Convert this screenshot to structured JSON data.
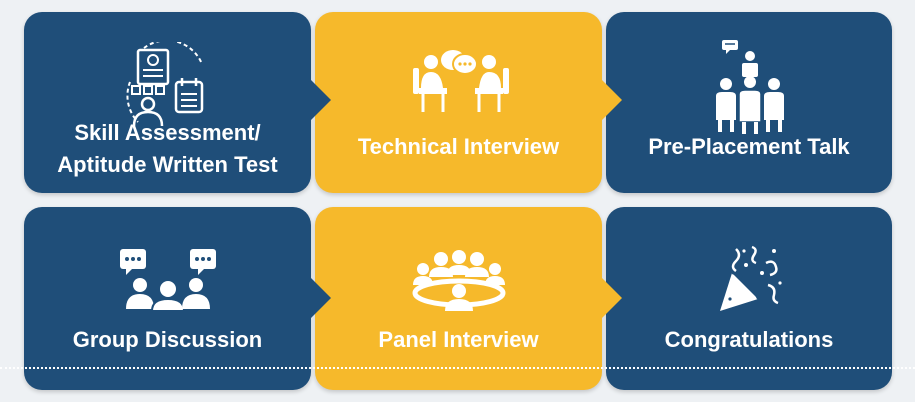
{
  "colors": {
    "blue": "#1f4e79",
    "gold": "#f6b92b",
    "text": "#ffffff",
    "background": "#eef1f4"
  },
  "steps": [
    {
      "label_line1": "Skill Assessment/",
      "label_line2": "Aptitude Written Test",
      "icon": "written-test-icon",
      "color": "blue"
    },
    {
      "label_line1": "Technical Interview",
      "icon": "interview-icon",
      "color": "gold"
    },
    {
      "label_line1": "Pre-Placement Talk",
      "icon": "presentation-talk-icon",
      "color": "blue"
    },
    {
      "label_line1": "Group Discussion",
      "icon": "group-discussion-icon",
      "color": "blue"
    },
    {
      "label_line1": "Panel Interview",
      "icon": "panel-meeting-icon",
      "color": "gold"
    },
    {
      "label_line1": "Congratulations",
      "icon": "party-popper-icon",
      "color": "blue"
    }
  ]
}
